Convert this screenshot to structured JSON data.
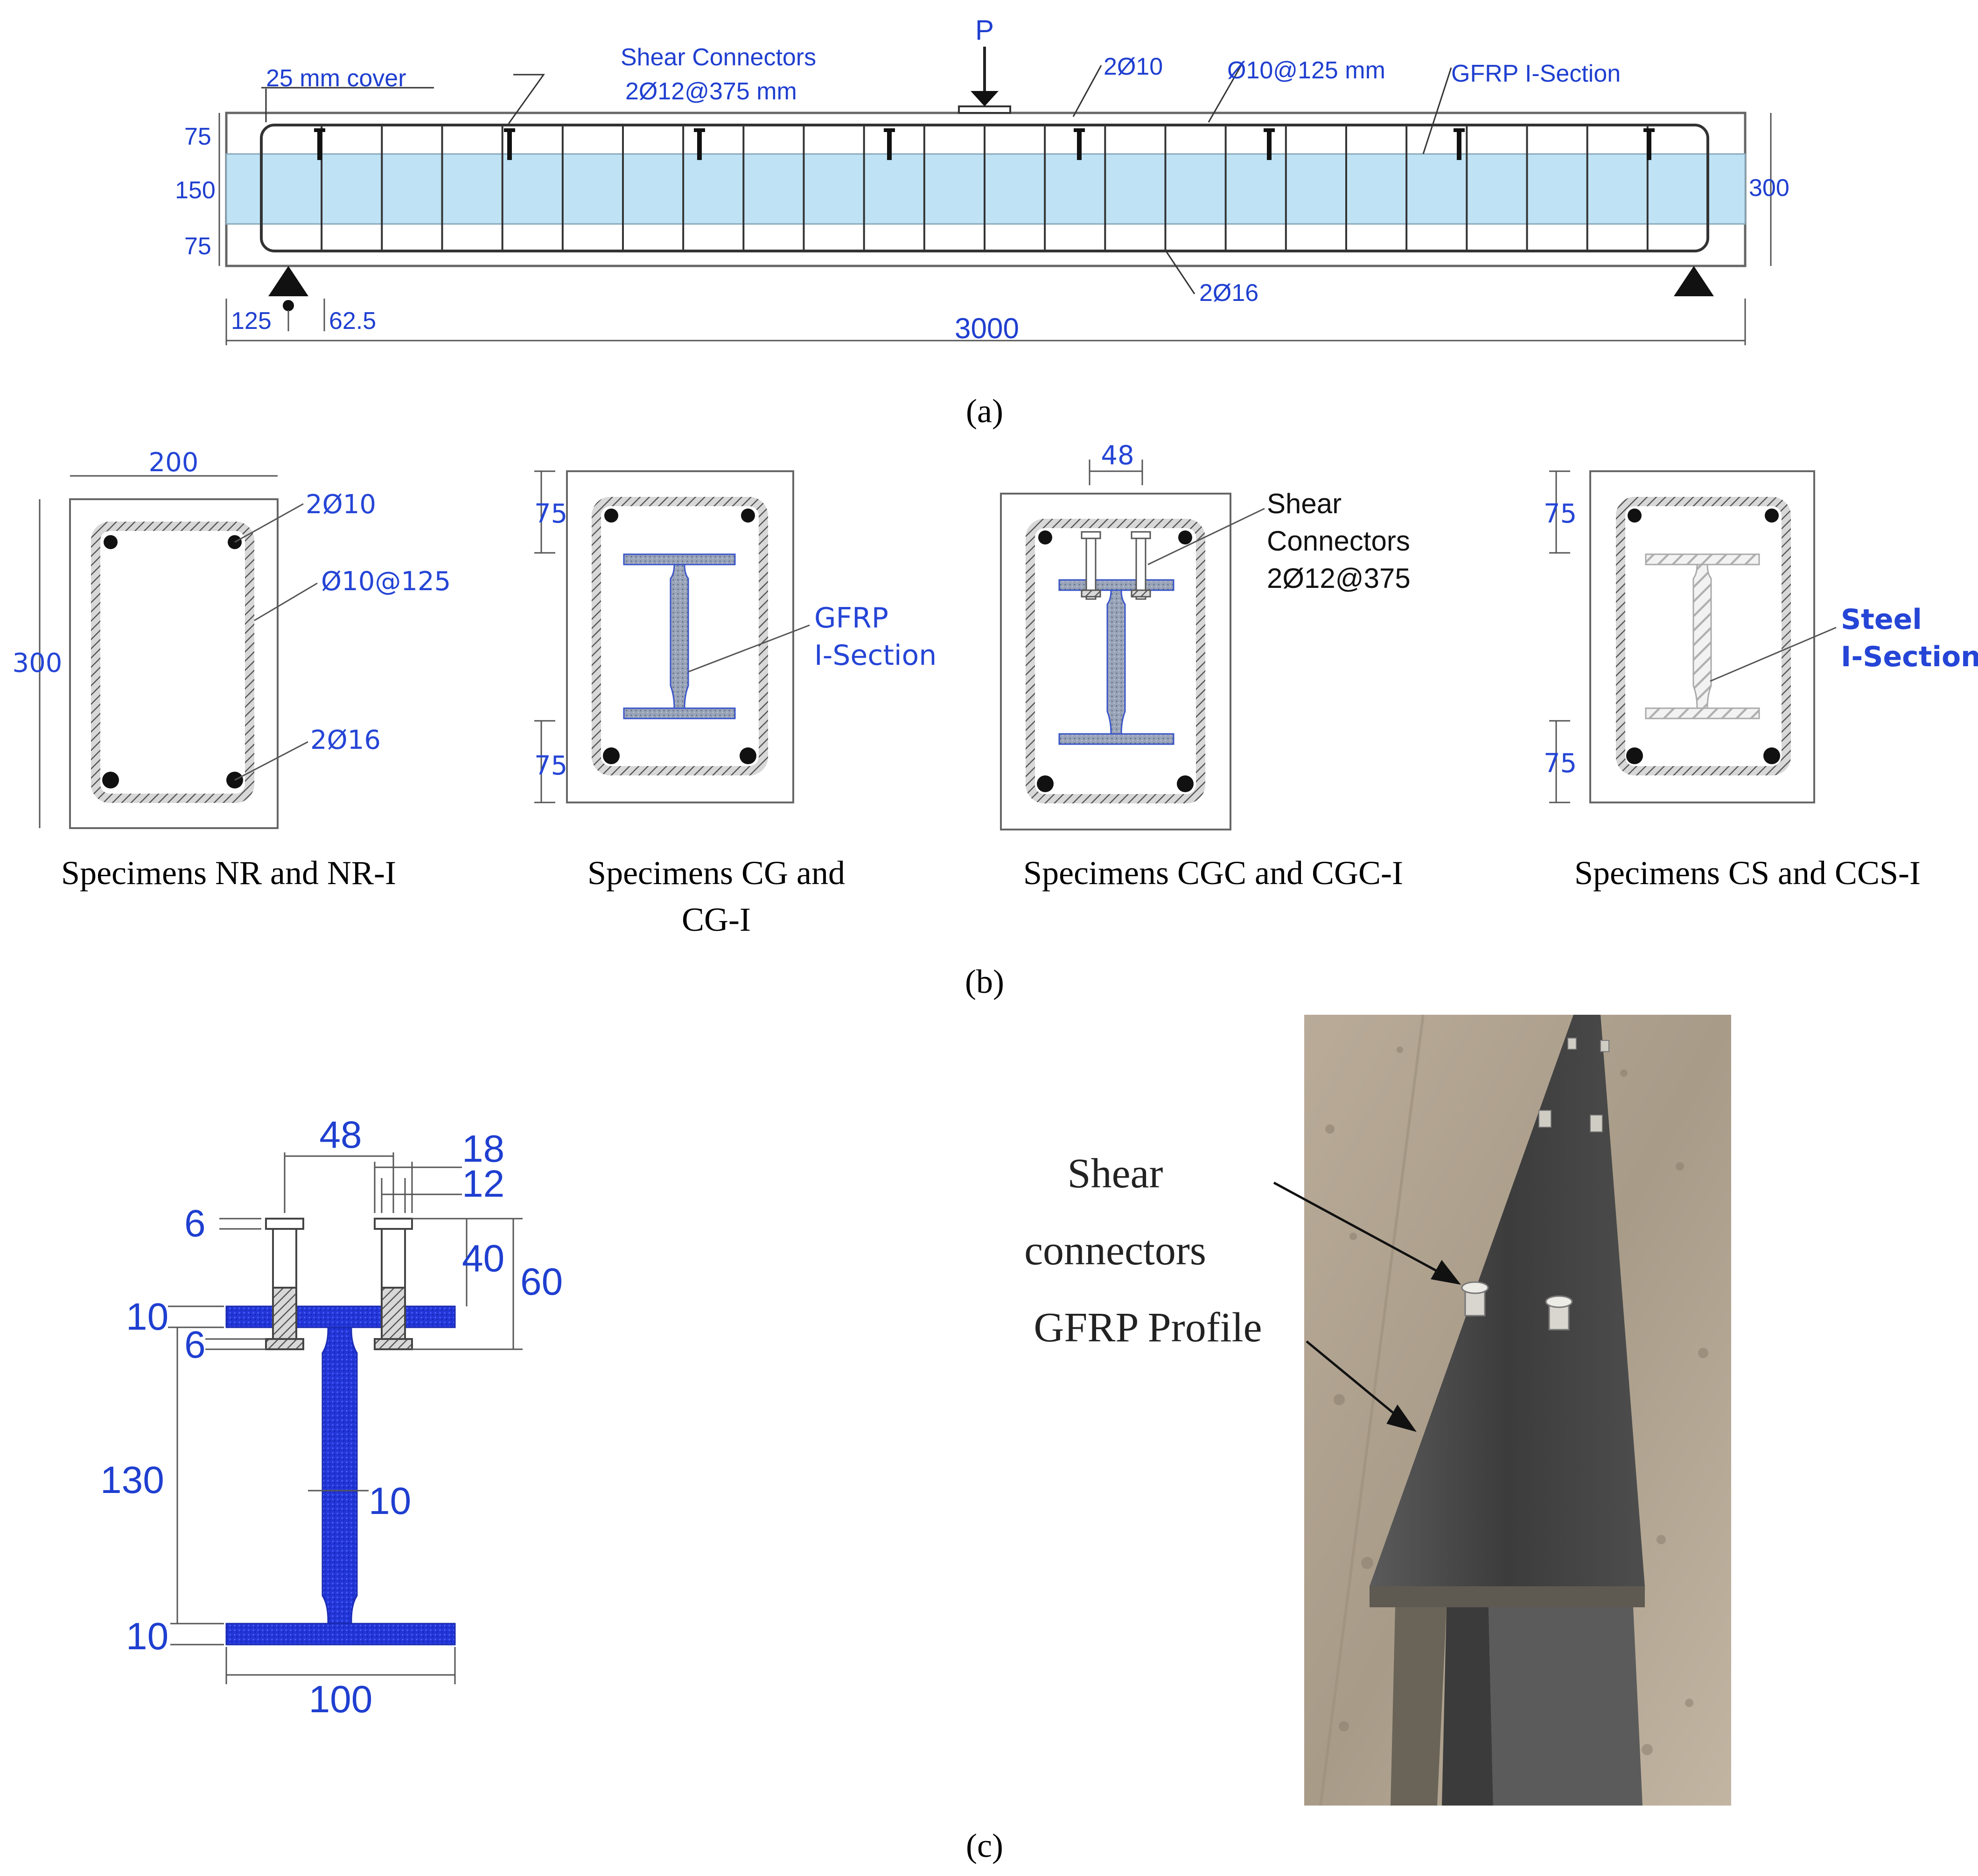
{
  "colors": {
    "dim_blue": "#1f3fd0",
    "gfrp_fill": "#bfe3f5",
    "gfrp_solid": "#2336d8",
    "steel_hatch": "#b5b5b5",
    "concrete_outline": "#333333"
  },
  "panel_a": {
    "caption": "(a)",
    "cover": "25  mm cover",
    "shear_connectors_title": "Shear Connectors",
    "shear_connectors_spec": "2Ø12@375  mm",
    "load": "P",
    "top_bars": "2Ø10",
    "stirrups": "Ø10@125  mm",
    "gfrp": "GFRP I-Section",
    "bottom_bars": "2Ø16",
    "dim_75_top": "75",
    "dim_150": "150",
    "dim_75_bot": "75",
    "dim_300": "300",
    "dim_125": "125",
    "dim_62_5": "62.5",
    "dim_3000": "3000"
  },
  "panel_b": {
    "caption": "(b)",
    "nr": {
      "width": "200",
      "height": "300",
      "top_bars": "2Ø10",
      "stirrups": "Ø10@125",
      "bottom_bars": "2Ø16",
      "caption": "Specimens NR and NR-I"
    },
    "cg": {
      "dim_top": "75",
      "dim_bot": "75",
      "label_1": "GFRP",
      "label_2": "I-Section",
      "caption_1": "Specimens CG and",
      "caption_2": "CG-I"
    },
    "cgc": {
      "dim": "48",
      "label_1": "Shear",
      "label_2": "Connectors",
      "label_3": "2Ø12@375",
      "caption": "Specimens CGC and CGC-I"
    },
    "cs": {
      "dim_top": "75",
      "dim_bot": "75",
      "label_1": "Steel",
      "label_2": "I-Section",
      "caption": "Specimens CS and CCS-I"
    }
  },
  "panel_c": {
    "caption": "(c)",
    "dims": {
      "d48": "48",
      "d18": "18",
      "d12": "12",
      "d6_top": "6",
      "d40": "40",
      "d60": "60",
      "d10_flange": "10",
      "d6_bot": "6",
      "d130": "130",
      "d10_web": "10",
      "d10_bottom": "10",
      "d100": "100"
    },
    "photo": {
      "label_1": "Shear",
      "label_2": "connectors",
      "label_3": "GFRP Profile"
    }
  }
}
